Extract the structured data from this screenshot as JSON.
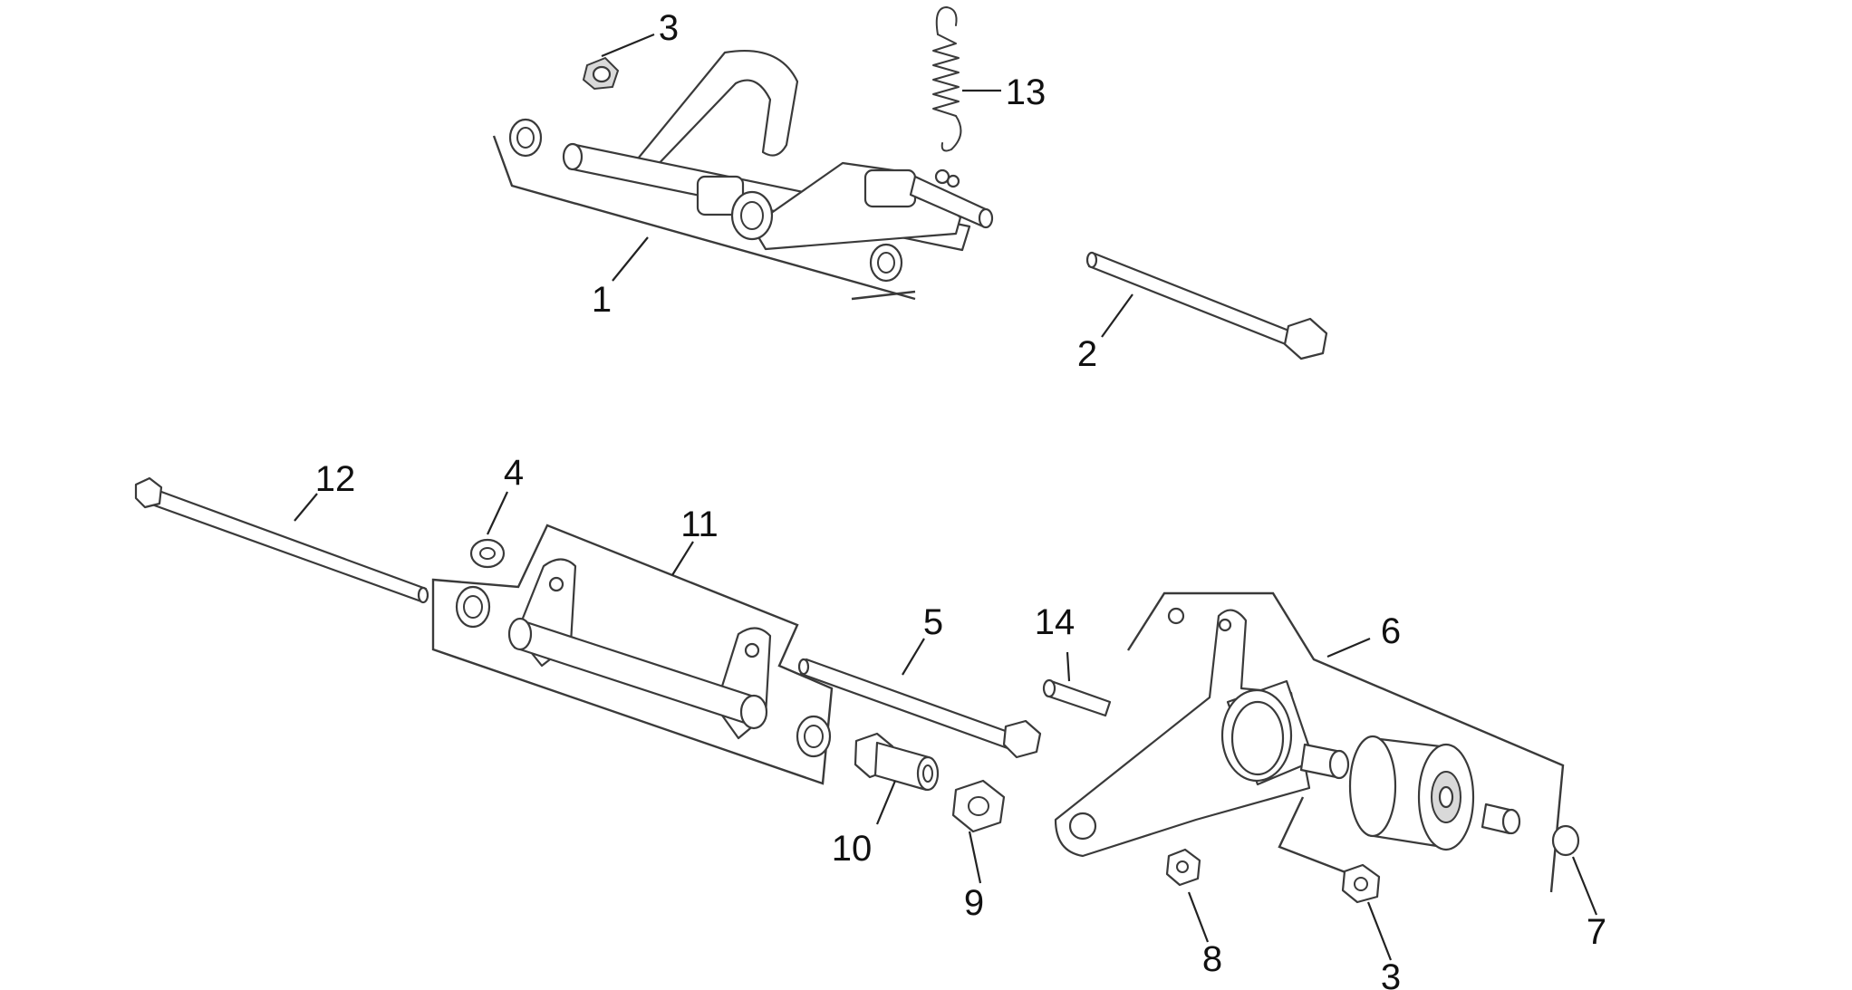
{
  "callouts": [
    {
      "id": "c1",
      "label": "1"
    },
    {
      "id": "c2",
      "label": "2"
    },
    {
      "id": "c3a",
      "label": "3"
    },
    {
      "id": "c3b",
      "label": "3"
    },
    {
      "id": "c4",
      "label": "4"
    },
    {
      "id": "c5",
      "label": "5"
    },
    {
      "id": "c6",
      "label": "6"
    },
    {
      "id": "c7",
      "label": "7"
    },
    {
      "id": "c8",
      "label": "8"
    },
    {
      "id": "c9",
      "label": "9"
    },
    {
      "id": "c10",
      "label": "10"
    },
    {
      "id": "c11",
      "label": "11"
    },
    {
      "id": "c12",
      "label": "12"
    },
    {
      "id": "c13",
      "label": "13"
    },
    {
      "id": "c14",
      "label": "14"
    }
  ]
}
